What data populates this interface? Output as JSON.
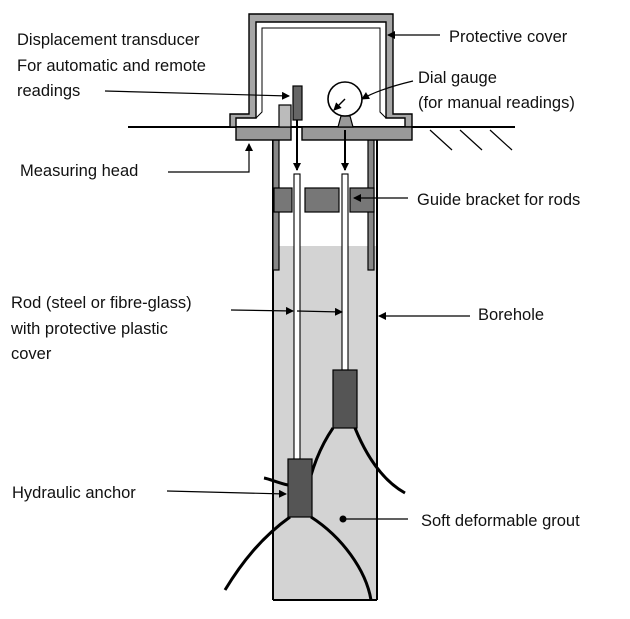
{
  "labels": {
    "displacement_transducer": {
      "line1": "Displacement transducer",
      "line2": "For automatic and remote",
      "line3": "readings"
    },
    "protective_cover": "Protective cover",
    "dial_gauge": {
      "line1": "Dial gauge",
      "line2": "(for manual readings)"
    },
    "measuring_head": "Measuring head",
    "guide_bracket": "Guide bracket for rods",
    "rod": {
      "line1": "Rod (steel or fibre-glass)",
      "line2": "with protective plastic",
      "line3": "cover"
    },
    "borehole": "Borehole",
    "hydraulic_anchor": "Hydraulic anchor",
    "soft_grout": "Soft deformable grout"
  },
  "colors": {
    "grout": "#d3d3d3",
    "anchor": "#555555",
    "bracket": "#777777",
    "head": "#999999",
    "line": "#000000",
    "rod": "#ffffff"
  }
}
